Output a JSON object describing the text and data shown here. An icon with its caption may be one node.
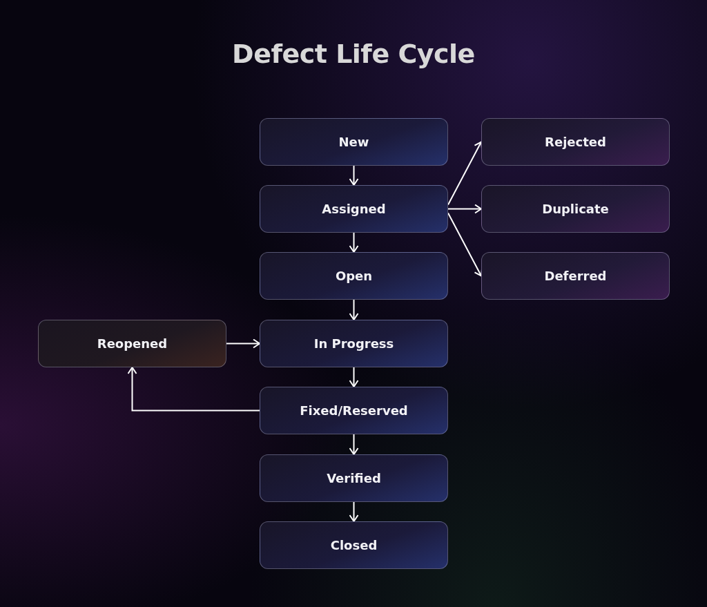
{
  "diagram": {
    "title": "Defect Life Cycle",
    "nodes": [
      {
        "text": [
          "New"
        ]
      },
      {
        "text": [
          "Rejected"
        ]
      },
      {
        "text": [
          "Assigned"
        ]
      },
      {
        "text": [
          "Duplicate"
        ]
      },
      {
        "text": [
          "Open"
        ]
      },
      {
        "text": [
          "Deferred"
        ]
      },
      {
        "text": [
          "Reopened"
        ]
      },
      {
        "text": [
          "In Progress"
        ]
      },
      {
        "text": [
          "Fixed/Reserved"
        ]
      },
      {
        "text": [
          "Verified"
        ]
      },
      {
        "text": [
          "Closed"
        ]
      }
    ],
    "edges": [
      {
        "from": 0,
        "to": 2,
        "arrow": "to"
      },
      {
        "from": 2,
        "to": 1,
        "arrow": "to"
      },
      {
        "from": 2,
        "to": 3,
        "arrow": "to"
      },
      {
        "from": 2,
        "to": 5,
        "arrow": "to"
      },
      {
        "from": 2,
        "to": 4,
        "arrow": "to"
      },
      {
        "from": 4,
        "to": 7,
        "arrow": "to"
      },
      {
        "from": 6,
        "to": 7,
        "arrow": "to"
      },
      {
        "from": 7,
        "to": 8,
        "arrow": "to"
      },
      {
        "from": 8,
        "to": 6,
        "arrow": "to"
      },
      {
        "from": 8,
        "to": 9,
        "arrow": "to"
      },
      {
        "from": 9,
        "to": 10,
        "arrow": "to"
      }
    ]
  }
}
